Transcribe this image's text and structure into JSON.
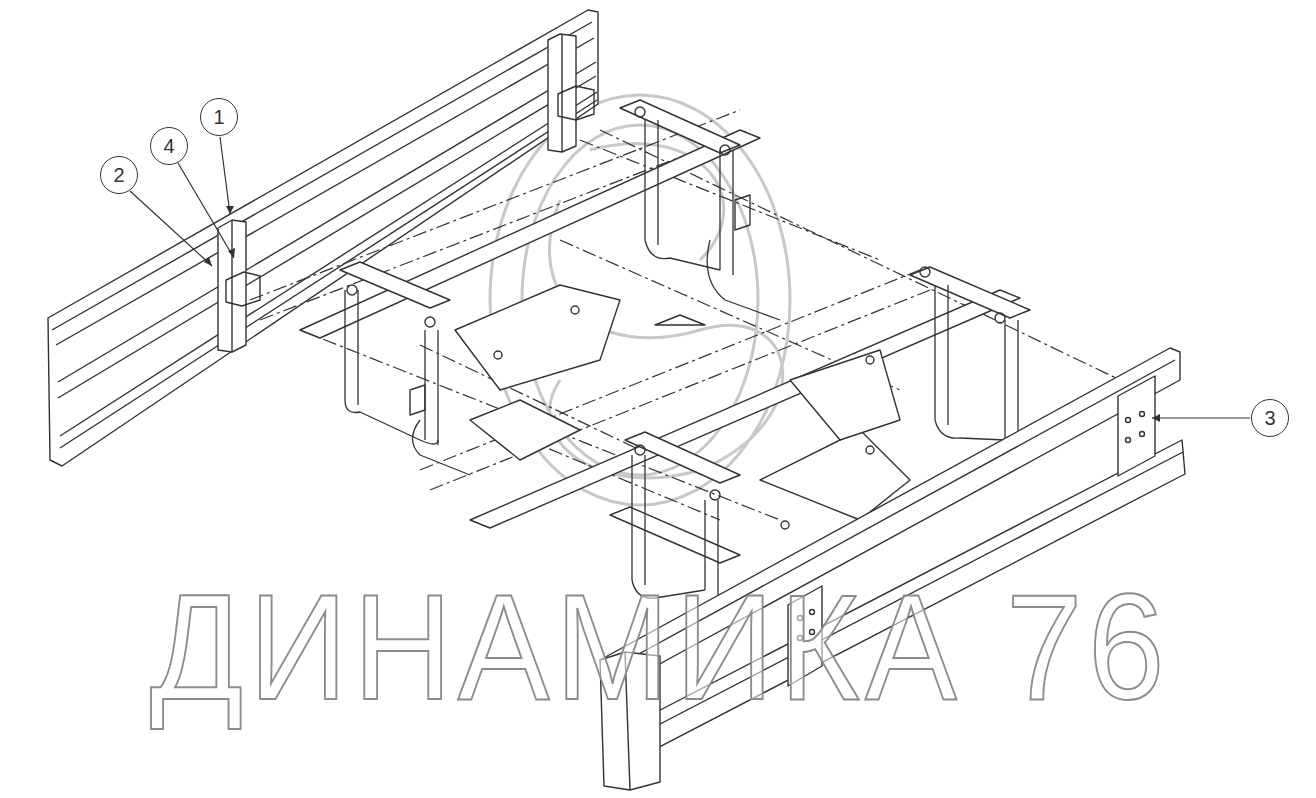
{
  "diagram": {
    "nodes": [
      {
        "text": [
          "1"
        ]
      },
      {
        "text": [
          "4"
        ]
      },
      {
        "text": [
          "2"
        ]
      },
      {
        "text": [
          "3"
        ]
      }
    ],
    "labels": [
      "ДИНАМИКА 76"
    ]
  }
}
